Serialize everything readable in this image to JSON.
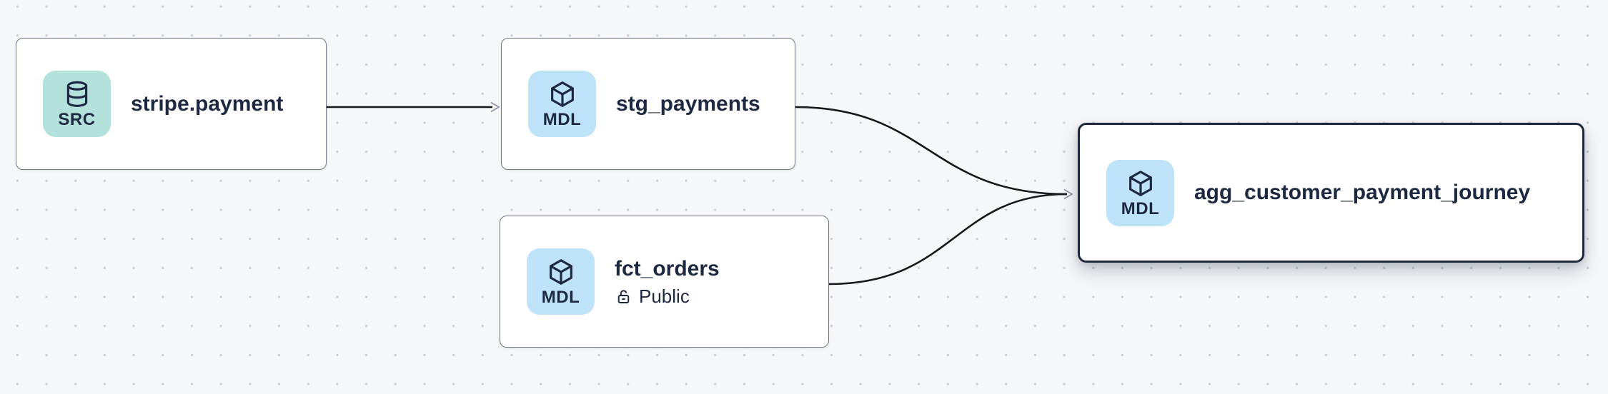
{
  "app": {
    "view": "lineage-graph-canvas"
  },
  "colors": {
    "background": "#f6f7f9",
    "grid_dot": "#c8ccd3",
    "node_fill": "#ffffff",
    "node_border": "#70798a",
    "selected_node_border": "#1e2a3c",
    "text": "#1d2940",
    "edge": "#16181d",
    "arrowhead": "#8f97a6",
    "badge_source": "#b5e1dc",
    "badge_model": "#bee3f8"
  },
  "nodes": [
    {
      "id": "stripe.payment",
      "label": "stripe.payment",
      "type": "source",
      "selected": false,
      "badge": {
        "text": "SRC",
        "icon": "database-icon",
        "color": "#b5e1dc"
      }
    },
    {
      "id": "stg_payments",
      "label": "stg_payments",
      "type": "model",
      "selected": false,
      "badge": {
        "text": "MDL",
        "icon": "cube-icon",
        "color": "#bee3f8"
      }
    },
    {
      "id": "fct_orders",
      "label": "fct_orders",
      "type": "model",
      "selected": false,
      "access": "Public",
      "access_icon": "lock-open-icon",
      "badge": {
        "text": "MDL",
        "icon": "cube-icon",
        "color": "#bee3f8"
      }
    },
    {
      "id": "agg_customer_payment_journey",
      "label": "agg_customer_payment_journey",
      "type": "model",
      "selected": true,
      "badge": {
        "text": "MDL",
        "icon": "cube-icon",
        "color": "#bee3f8"
      }
    }
  ],
  "edges": [
    {
      "from": "stripe.payment",
      "to": "stg_payments"
    },
    {
      "from": "stg_payments",
      "to": "agg_customer_payment_journey"
    },
    {
      "from": "fct_orders",
      "to": "agg_customer_payment_journey"
    }
  ]
}
